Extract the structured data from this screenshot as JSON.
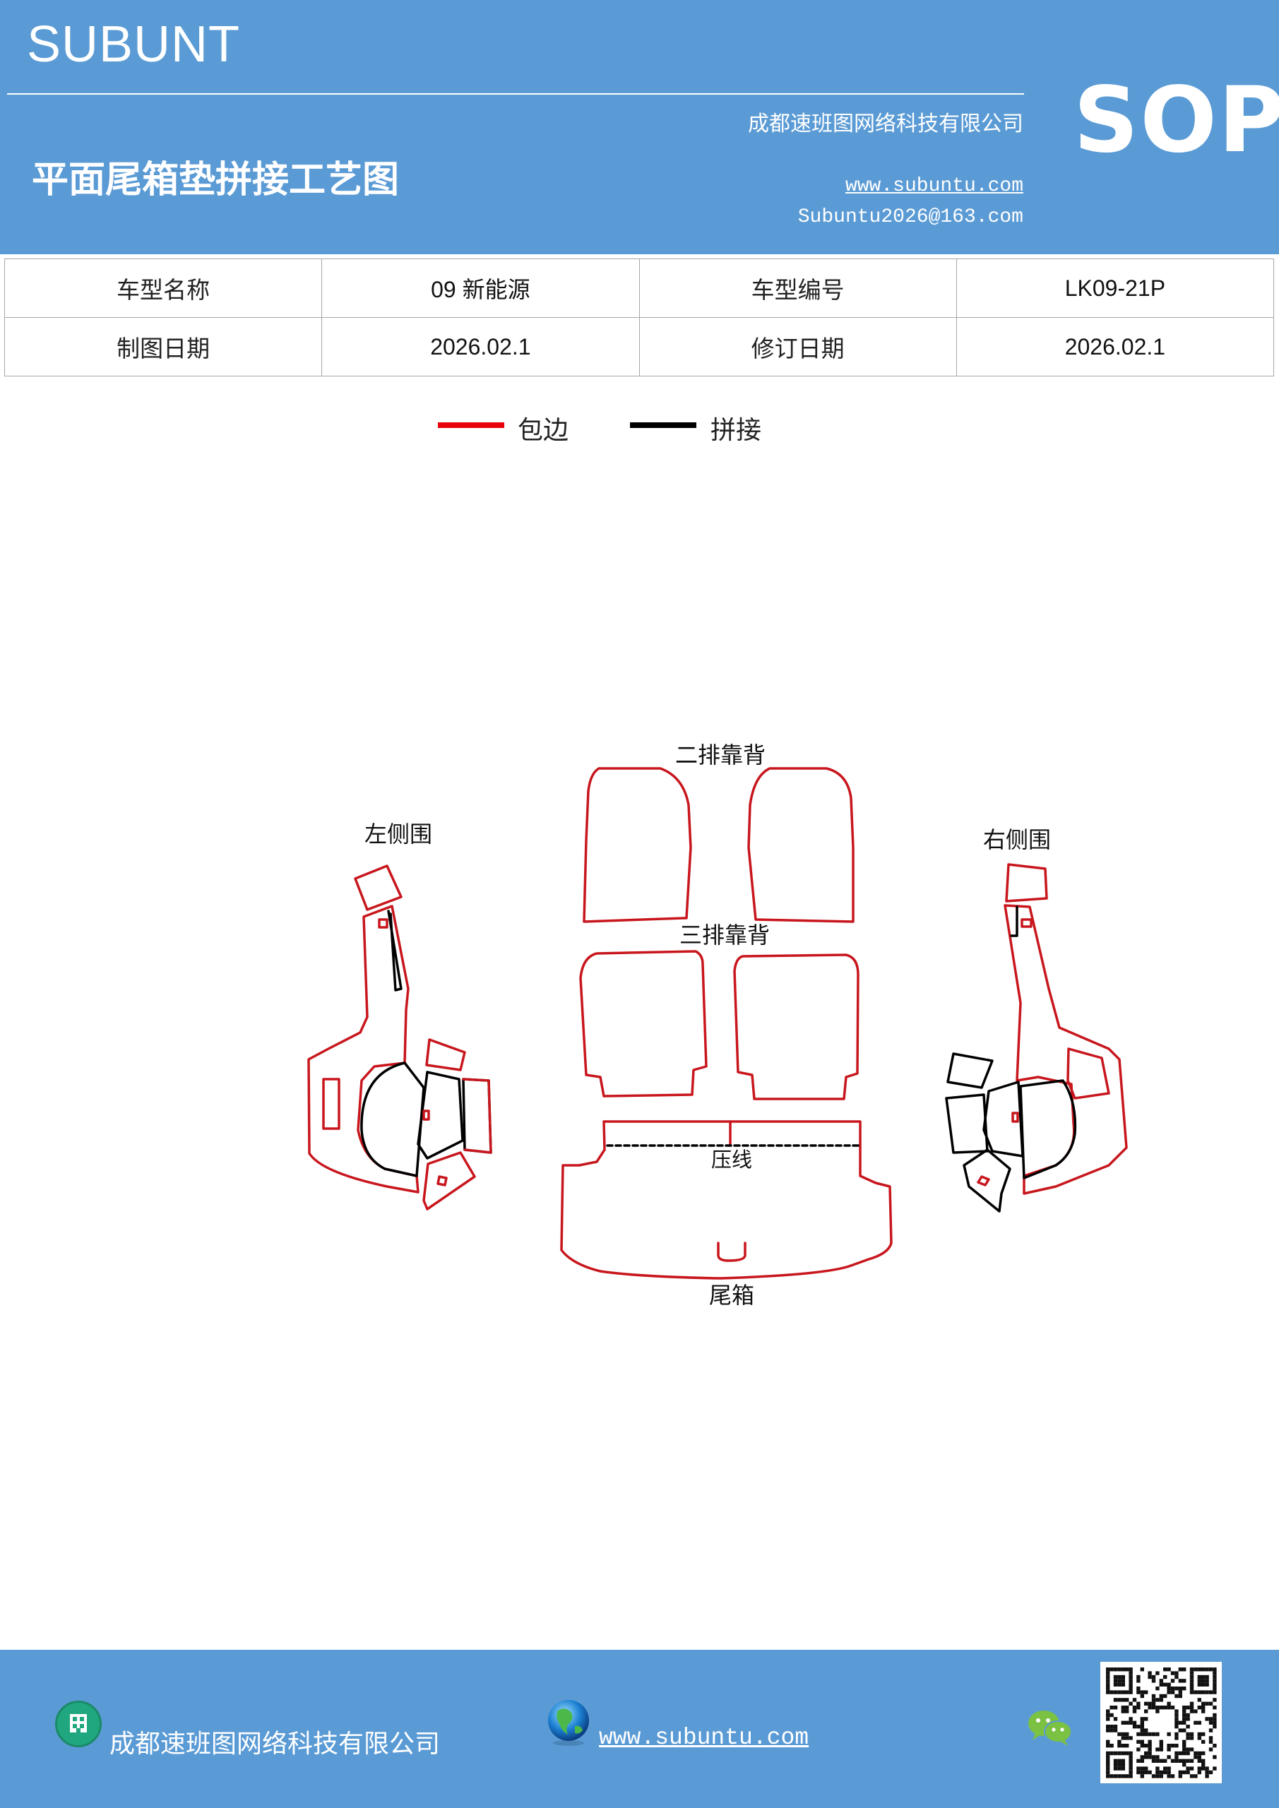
{
  "header": {
    "brand": "SUBUNT",
    "company": "成都速班图网络科技有限公司",
    "title": "平面尾箱垫拼接工艺图",
    "website": "www.subuntu.com",
    "email": "Subuntu2026@163.com",
    "badge": "SOP"
  },
  "info_table": {
    "rows": [
      [
        "车型名称",
        "09 新能源",
        "车型编号",
        "LK09-21P"
      ],
      [
        "制图日期",
        "2026.02.1",
        "修订日期",
        "2026.02.1"
      ]
    ]
  },
  "legend": {
    "items": [
      {
        "label": "包边",
        "color": "#e8000b"
      },
      {
        "label": "拼接",
        "color": "#000000"
      }
    ]
  },
  "diagram": {
    "labels": {
      "second_row_back": "二排靠背",
      "third_row_back": "三排靠背",
      "left_side": "左侧围",
      "right_side": "右侧围",
      "press_line": "压线",
      "trunk": "尾箱"
    },
    "colors": {
      "edge": "#c8161d",
      "seam": "#000000"
    }
  },
  "footer": {
    "company": "成都速班图网络科技有限公司",
    "website": "www.subuntu.com",
    "icons": [
      "building-icon",
      "globe-icon",
      "wechat-icon",
      "qr-code"
    ]
  }
}
